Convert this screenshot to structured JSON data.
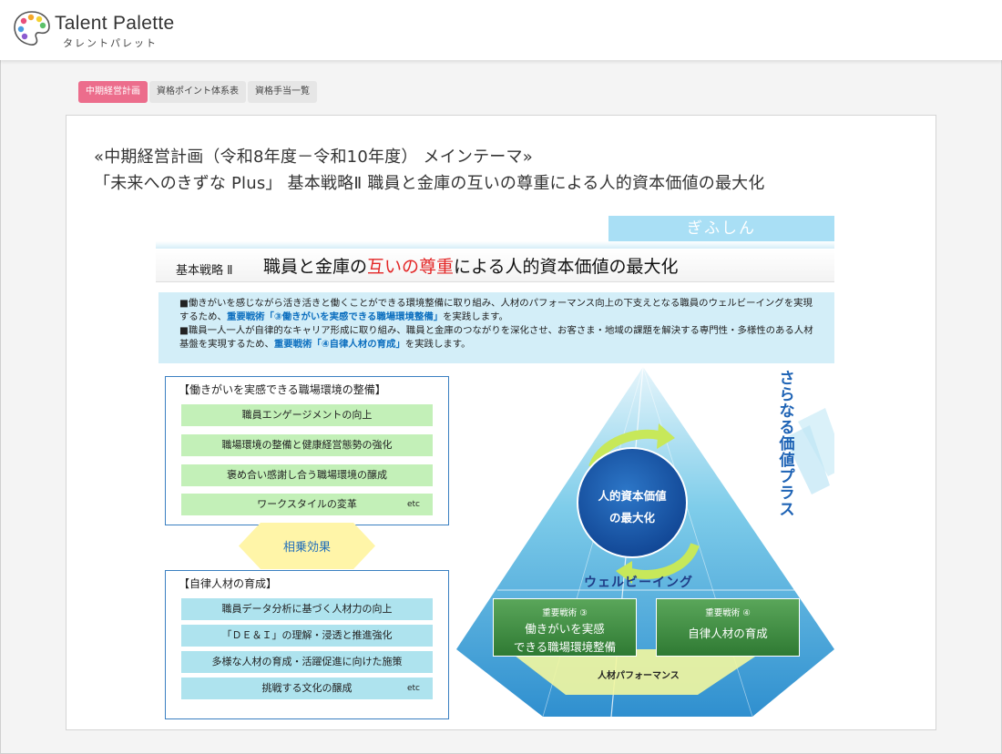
{
  "app": {
    "logo_en": "Talent Palette",
    "logo_jp": "タレントパレット",
    "logo_icon": "palette-icon"
  },
  "tabs": [
    {
      "label": "中期経営計画",
      "active": true
    },
    {
      "label": "資格ポイント体系表",
      "active": false
    },
    {
      "label": "資格手当一覧",
      "active": false
    }
  ],
  "content": {
    "title_line1": "«中期経営計画（令和8年度－令和10年度） メインテーマ»",
    "title_line2": "「未来へのきずな Plus」 基本戦略Ⅱ 職員と金庫の互いの尊重による人的資本価値の最大化"
  },
  "figure": {
    "brand": "ぎふしん",
    "strategy_label": "基本戦略 Ⅱ",
    "strategy_pre": "職員と金庫の",
    "strategy_highlight": "互いの尊重",
    "strategy_post": "による人的資本価値の最大化",
    "desc1_pre": "■働きがいを感じながら活き活きと働くことができる環境整備に取り組み、人材のパフォーマンス向上の下支えとなる職員のウェルビーイングを実現するため、",
    "desc1_hl": "重要戦術「③働きがいを実感できる職場環境整備」",
    "desc1_post": "を実践します。",
    "desc2_pre": "■職員一人一人が自律的なキャリア形成に取り組み、職員と金庫のつながりを深化させ、お客さま・地域の課題を解決する専門性・多様性のある人材基盤を実現するため、",
    "desc2_hl": "重要戦術「④自律人材の育成」",
    "desc2_post": "を実践します。",
    "box1_title": "【働きがいを実感できる職場環境の整備】",
    "box1_items": [
      "職員エンゲージメントの向上",
      "職場環境の整備と健康経営態勢の強化",
      "褒め合い感謝し合う職場環境の醸成",
      "ワークスタイルの変革"
    ],
    "box1_etc": "etc",
    "synergy": "相乗効果",
    "box2_title": "【自律人材の育成】",
    "box2_items": [
      "職員データ分析に基づく人材力の向上",
      "「ＤＥ＆Ｉ」の理解・浸透と推進強化",
      "多様な人材の育成・活躍促進に向けた施策",
      "挑戦する文化の醸成"
    ],
    "box2_etc": "etc",
    "core_line1": "人的資本価値",
    "core_line2": "の最大化",
    "wellbeing": "ウェルビーイング",
    "tactic3_small": "重要戦術 ③",
    "tactic3_line1": "働きがいを実感",
    "tactic3_line2": "できる職場環境整備",
    "tactic4_small": "重要戦術 ④",
    "tactic4_line1": "自律人材の育成",
    "performance": "人材パフォーマンス",
    "vertical": "さらなる価値プラス",
    "colors": {
      "tab_active": "#ec6d8c",
      "highlight_red": "#e32626",
      "blue_text": "#0d6fbf",
      "green_box": "#c3f0b8",
      "aqua_box": "#aee3ee",
      "tactic_green": "#3d8b3f",
      "wellbeing_navy": "#1f3c86"
    }
  }
}
